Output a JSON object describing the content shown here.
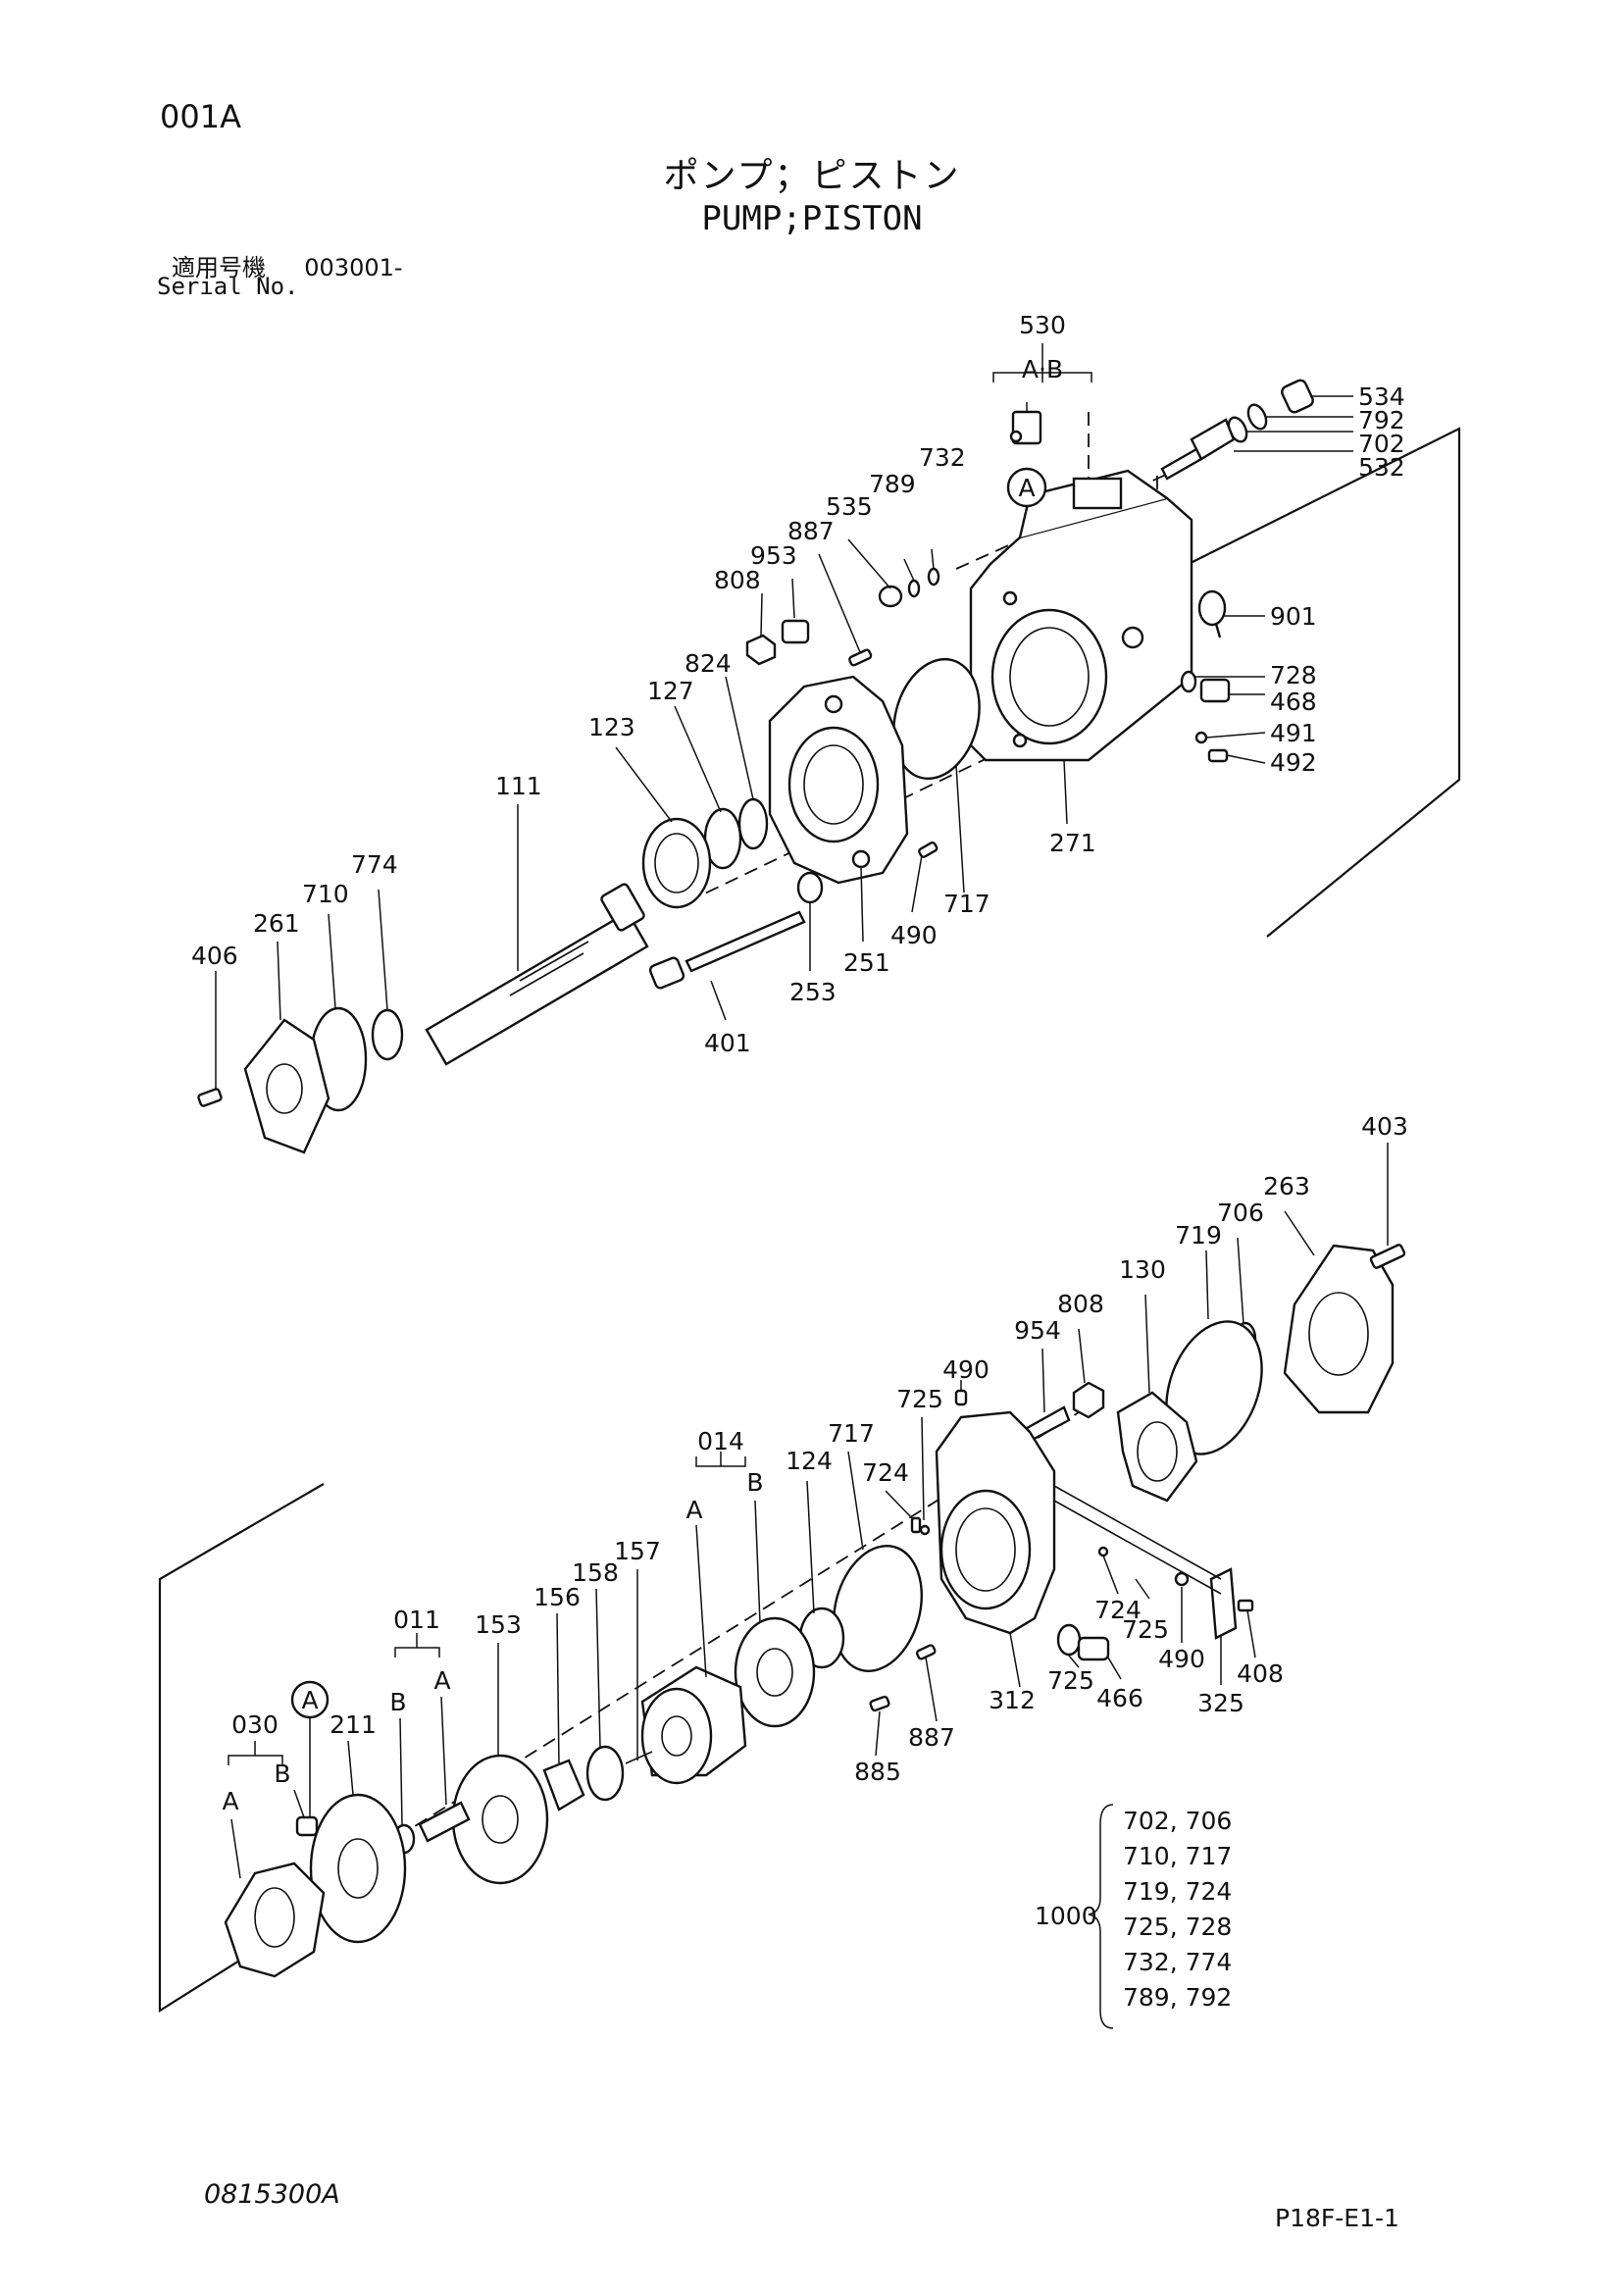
{
  "header": {
    "page_code": "001A",
    "title_jp": "ポンプ；ピストン",
    "title_en": "PUMP;PISTON",
    "serial_label_jp": "適用号機",
    "serial_value": "003001-",
    "serial_label_en": "Serial No."
  },
  "footer": {
    "left_code": "0815300A",
    "right_code": "P18F-E1-1"
  },
  "callouts": {
    "p530": "530",
    "ab": "A·B",
    "a_circle": "A",
    "p534": "534",
    "p792": "792",
    "p702": "702",
    "p532": "532",
    "p732": "732",
    "p789": "789",
    "p535": "535",
    "p887": "887",
    "p953": "953",
    "p808": "808",
    "p901": "901",
    "p728": "728",
    "p468": "468",
    "p491": "491",
    "p492": "492",
    "p824": "824",
    "p127": "127",
    "p123": "123",
    "p111": "111",
    "p774": "774",
    "p710": "710",
    "p261": "261",
    "p406": "406",
    "p717": "717",
    "p271": "271",
    "p490": "490",
    "p251": "251",
    "p253": "253",
    "p401": "401",
    "q403": "403",
    "q263": "263",
    "q706": "706",
    "q719": "719",
    "q130": "130",
    "q808": "808",
    "q954": "954",
    "q490": "490",
    "q725": "725",
    "q014": "014",
    "q717": "717",
    "q124": "124",
    "q724": "724",
    "qA": "A",
    "qB": "B",
    "q011": "011",
    "q157": "157",
    "q158": "158",
    "q156": "156",
    "q153": "153",
    "q011B": "B",
    "q011A": "A",
    "q030": "030",
    "q211": "211",
    "qAcircle": "A",
    "q030B": "B",
    "q030A": "A",
    "q724b": "724",
    "q725b": "725",
    "q725c": "725",
    "q466": "466",
    "q490b": "490",
    "q408": "408",
    "q325": "325",
    "q312": "312",
    "q887": "887",
    "q885": "885"
  },
  "kit": {
    "number": "1000",
    "rows": [
      "702, 706",
      "710, 717",
      "719, 724",
      "725, 728",
      "732, 774",
      "789, 792"
    ]
  }
}
